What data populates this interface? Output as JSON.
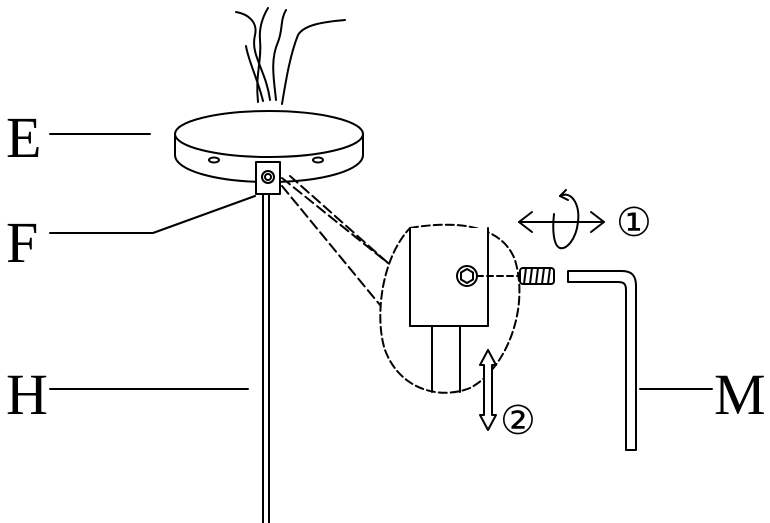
{
  "labels": {
    "E": "E",
    "F": "F",
    "H": "H",
    "M": "M"
  },
  "steps": {
    "one": "①",
    "two": "②"
  },
  "colors": {
    "ink": "#000000",
    "paper": "#ffffff"
  }
}
